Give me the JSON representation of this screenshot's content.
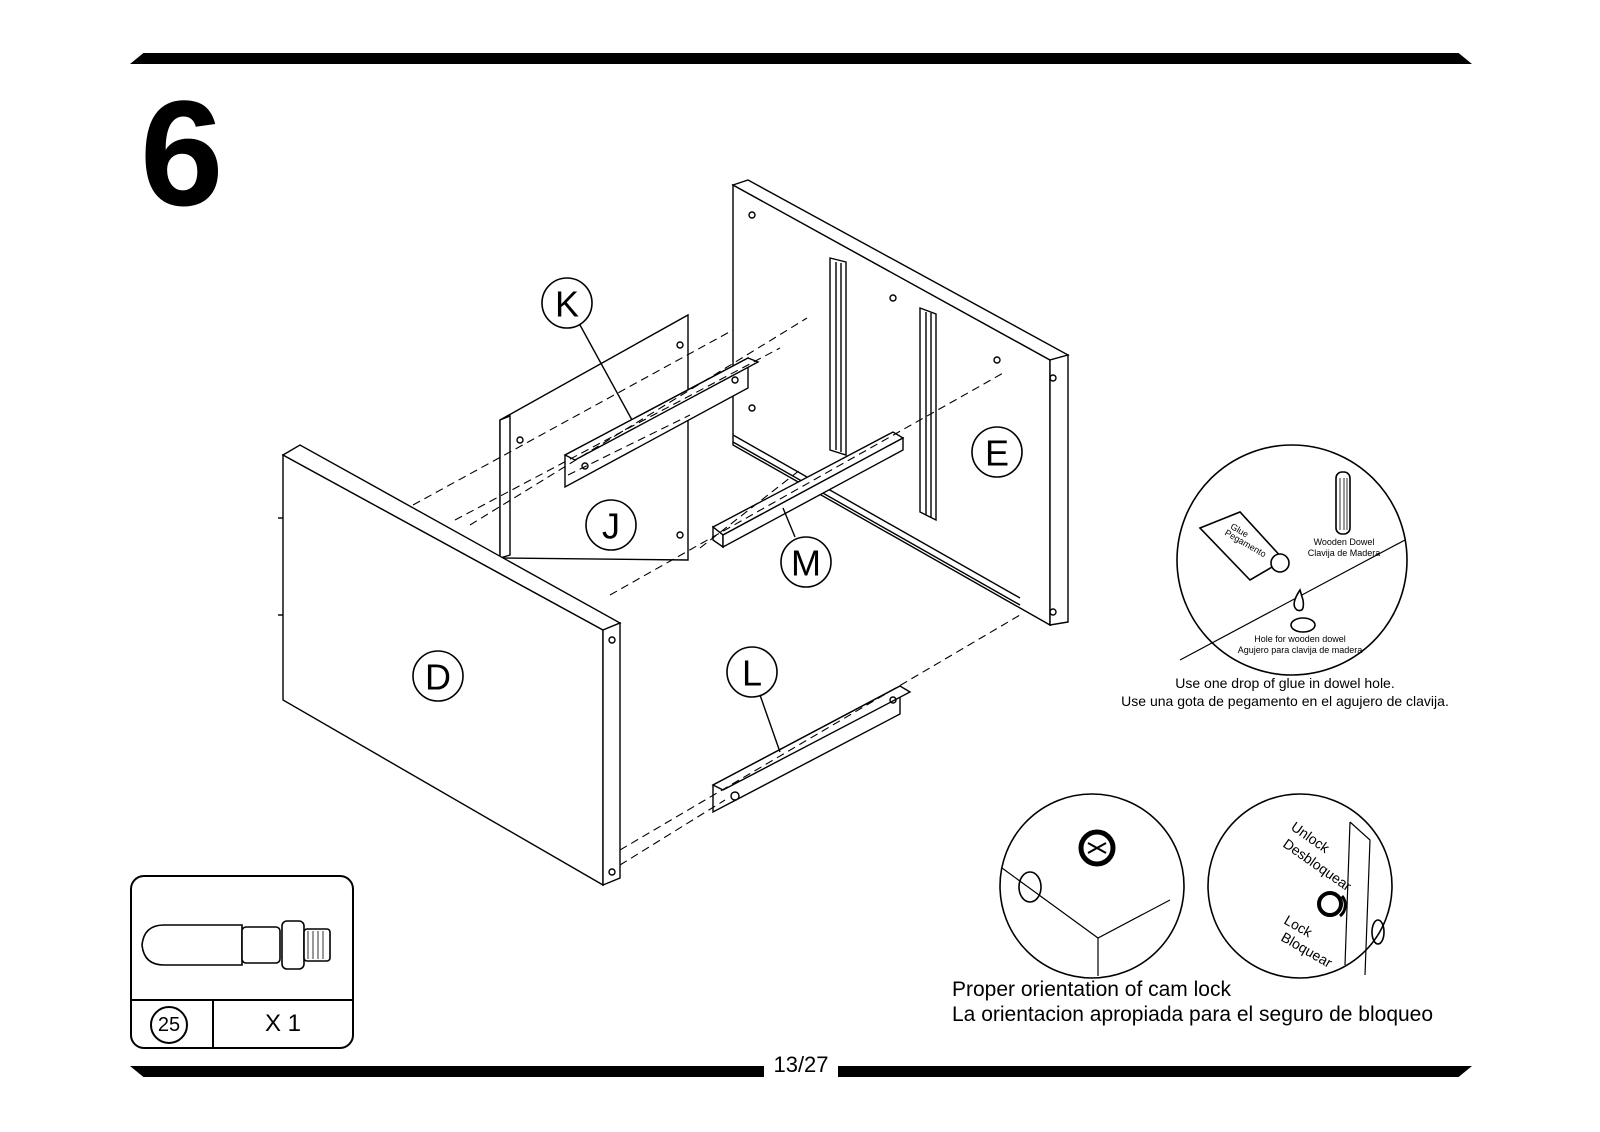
{
  "step": {
    "number": "6"
  },
  "parts": {
    "D": "D",
    "E": "E",
    "J": "J",
    "K": "K",
    "L": "L",
    "M": "M"
  },
  "glue_detail": {
    "glue_label_1": "Glue",
    "glue_label_2": "Pegamento",
    "dowel_label_1": "Wooden Dowel",
    "dowel_label_2": "Clavija de Madera",
    "hole_label_1": "Hole for wooden dowel",
    "hole_label_2": "Agujero para clavija de madera",
    "instruction_en": "Use one drop of glue in dowel hole.",
    "instruction_es": "Use una gota de pegamento en el agujero de clavija."
  },
  "cam_lock_detail": {
    "unlock_en": "Unlock",
    "unlock_es": "Desbloquear",
    "lock_en": "Lock",
    "lock_es": "Bloquear",
    "caption_en": "Proper orientation of cam lock",
    "caption_es": "La orientacion apropiada para el seguro de bloqueo"
  },
  "hardware": {
    "item_number": "25",
    "quantity": "X 1"
  },
  "footer": {
    "page": "13/27"
  }
}
